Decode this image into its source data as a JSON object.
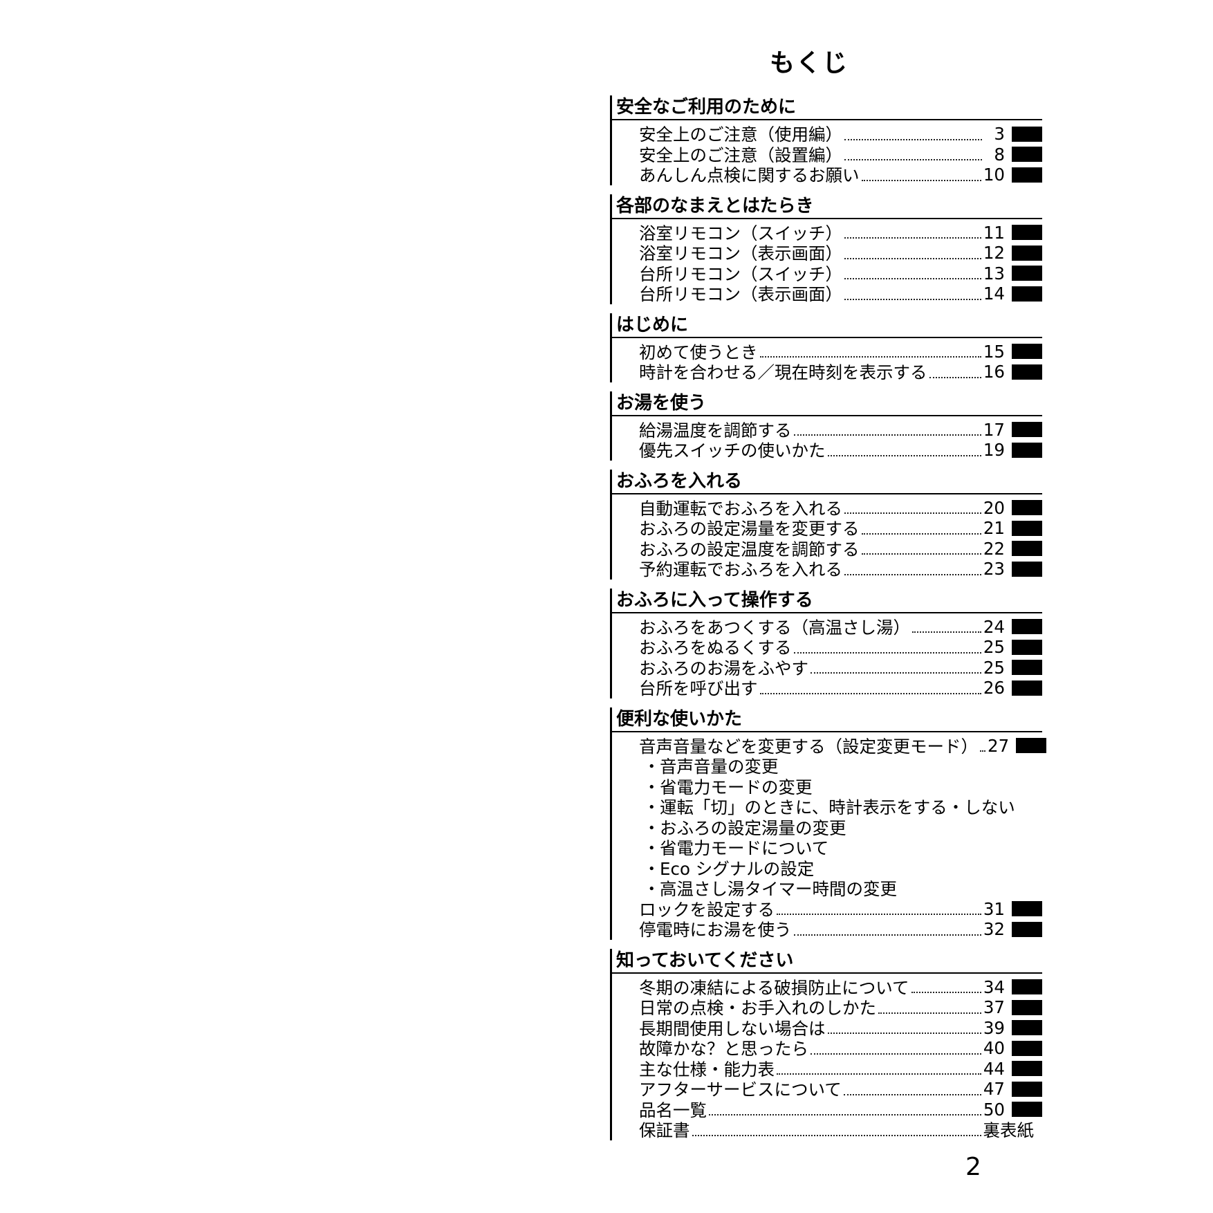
{
  "title": "もくじ",
  "page_number": "2",
  "sections": [
    {
      "heading": "安全なご利用のために",
      "entries": [
        {
          "label": "安全上のご注意（使用編）",
          "page": "3",
          "tab": true
        },
        {
          "label": "安全上のご注意（設置編）",
          "page": "8",
          "tab": true
        },
        {
          "label": "あんしん点検に関するお願い",
          "page": "10",
          "tab": true
        }
      ]
    },
    {
      "heading": "各部のなまえとはたらき",
      "entries": [
        {
          "label": "浴室リモコン（スイッチ）",
          "page": "11",
          "tab": true
        },
        {
          "label": "浴室リモコン（表示画面）",
          "page": "12",
          "tab": true
        },
        {
          "label": "台所リモコン（スイッチ）",
          "page": "13",
          "tab": true
        },
        {
          "label": "台所リモコン（表示画面）",
          "page": "14",
          "tab": true
        }
      ]
    },
    {
      "heading": "はじめに",
      "entries": [
        {
          "label": "初めて使うとき",
          "page": "15",
          "tab": true
        },
        {
          "label": "時計を合わせる／現在時刻を表示する",
          "page": "16",
          "tab": true
        }
      ]
    },
    {
      "heading": "お湯を使う",
      "entries": [
        {
          "label": "給湯温度を調節する",
          "page": "17",
          "tab": true
        },
        {
          "label": "優先スイッチの使いかた",
          "page": "19",
          "tab": true
        }
      ]
    },
    {
      "heading": "おふろを入れる",
      "entries": [
        {
          "label": "自動運転でおふろを入れる",
          "page": "20",
          "tab": true
        },
        {
          "label": "おふろの設定湯量を変更する",
          "page": "21",
          "tab": true
        },
        {
          "label": "おふろの設定温度を調節する",
          "page": "22",
          "tab": true
        },
        {
          "label": "予約運転でおふろを入れる",
          "page": "23",
          "tab": true
        }
      ]
    },
    {
      "heading": "おふろに入って操作する",
      "entries": [
        {
          "label": "おふろをあつくする（高温さし湯）",
          "page": "24",
          "tab": true
        },
        {
          "label": "おふろをぬるくする",
          "page": "25",
          "tab": true
        },
        {
          "label": "おふろのお湯をふやす",
          "page": "25",
          "tab": true
        },
        {
          "label": "台所を呼び出す",
          "page": "26",
          "tab": true
        }
      ]
    },
    {
      "heading": "便利な使いかた",
      "entries": [
        {
          "label": "音声音量などを変更する（設定変更モード）",
          "page": "27",
          "tab": true
        },
        {
          "sub": "音声音量の変更"
        },
        {
          "sub": "省電力モードの変更"
        },
        {
          "sub": "運転「切」のときに、時計表示をする・しない"
        },
        {
          "sub": "おふろの設定湯量の変更"
        },
        {
          "sub": "省電力モードについて"
        },
        {
          "sub": "Eco シグナルの設定"
        },
        {
          "sub": "高温さし湯タイマー時間の変更"
        },
        {
          "label": "ロックを設定する",
          "page": "31",
          "tab": true
        },
        {
          "label": "停電時にお湯を使う",
          "page": "32",
          "tab": true
        }
      ]
    },
    {
      "heading": "知っておいてください",
      "entries": [
        {
          "label": "冬期の凍結による破損防止について",
          "page": "34",
          "tab": true
        },
        {
          "label": "日常の点検・お手入れのしかた",
          "page": "37",
          "tab": true
        },
        {
          "label": "長期間使用しない場合は",
          "page": "39",
          "tab": true
        },
        {
          "label": "故障かな？と思ったら",
          "page": "40",
          "tab": true
        },
        {
          "label": "主な仕様・能力表",
          "page": "44",
          "tab": true
        },
        {
          "label": "アフターサービスについて",
          "page": "47",
          "tab": true
        },
        {
          "label": "品名一覧",
          "page": "50",
          "tab": true
        },
        {
          "label": "保証書",
          "page": "裏表紙",
          "tab": false
        }
      ]
    }
  ],
  "sub_bullet": "・"
}
